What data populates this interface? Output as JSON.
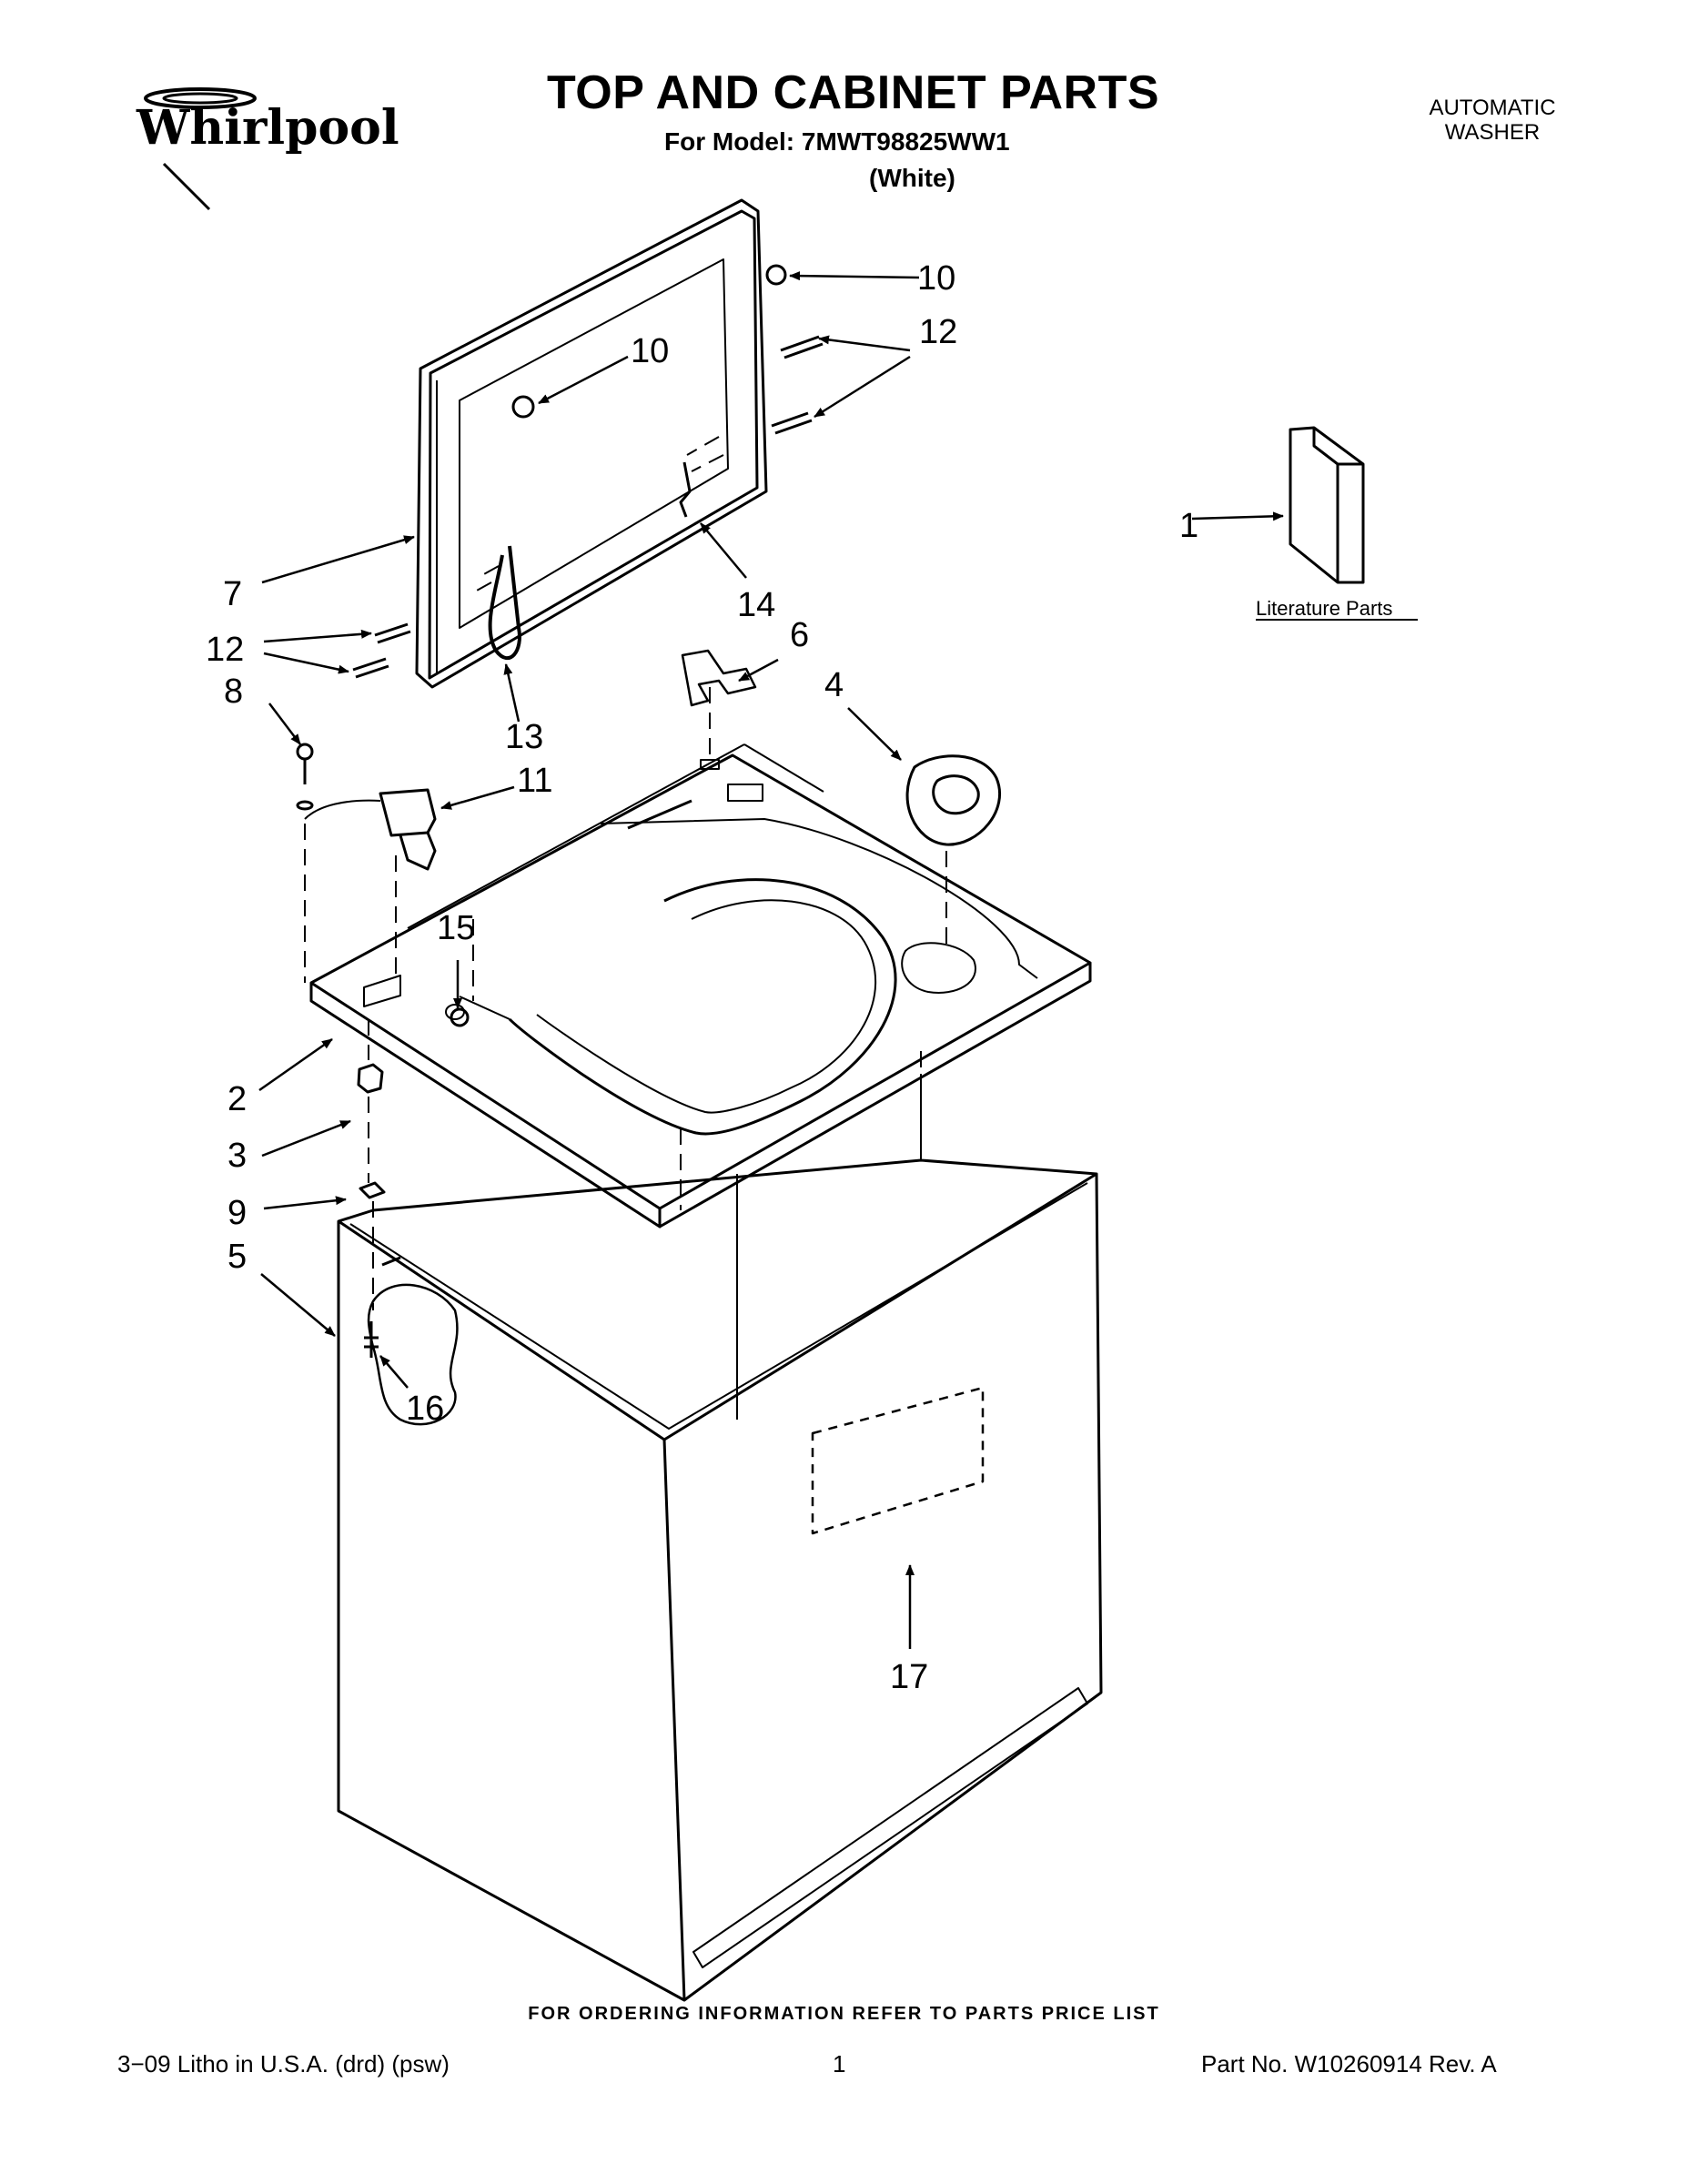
{
  "header": {
    "brand": "Whirlpool",
    "title": "TOP AND CABINET PARTS",
    "model_line": "For Model: 7MWT98825WW1",
    "color_line": "(White)",
    "appliance_line1": "AUTOMATIC",
    "appliance_line2": "WASHER"
  },
  "callouts": {
    "c1": "1",
    "c2": "2",
    "c3": "3",
    "c4": "4",
    "c5": "5",
    "c6": "6",
    "c7": "7",
    "c8": "8",
    "c9": "9",
    "c10a": "10",
    "c10b": "10",
    "c11": "11",
    "c12a": "12",
    "c12b": "12",
    "c13": "13",
    "c14": "14",
    "c15": "15",
    "c16": "16",
    "c17": "17"
  },
  "literature_label": "Literature Parts",
  "footer": {
    "ordering_note": "FOR ORDERING INFORMATION REFER TO PARTS PRICE LIST",
    "litho": "3−09 Litho in U.S.A. (drd) (psw)",
    "page_number": "1",
    "part_number": "Part No. W10260914 Rev. A"
  }
}
